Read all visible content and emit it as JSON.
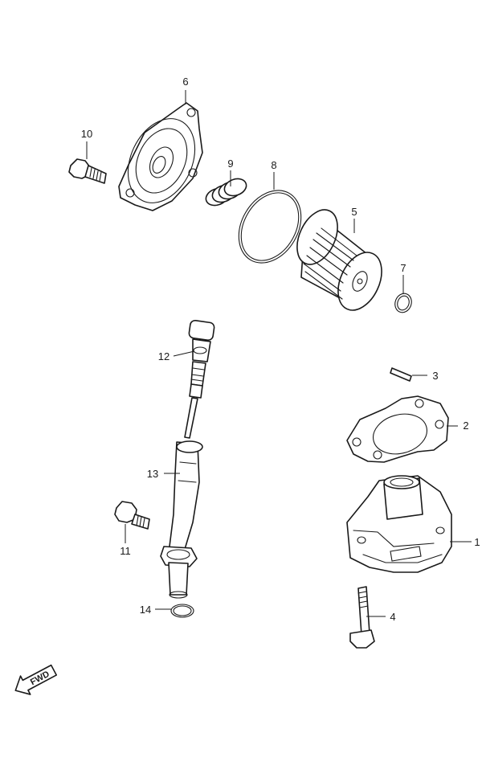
{
  "diagram": {
    "callouts": {
      "c1": "1",
      "c2": "2",
      "c3": "3",
      "c4": "4",
      "c5": "5",
      "c6": "6",
      "c7": "7",
      "c8": "8",
      "c9": "9",
      "c10": "10",
      "c11": "11",
      "c12": "12",
      "c13": "13",
      "c14": "14"
    },
    "fwd_label": "FWD",
    "line_color": "#1a1a1a",
    "background": "#ffffff"
  }
}
